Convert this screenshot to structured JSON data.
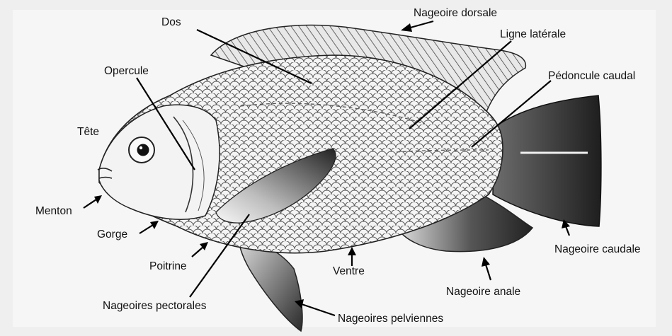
{
  "labels": {
    "dos": "Dos",
    "nageoire_dorsale": "Nageoire dorsale",
    "ligne_laterale": "Ligne latérale",
    "opercule": "Opercule",
    "pedoncule_caudal": "Pédoncule caudal",
    "tete": "Tête",
    "menton": "Menton",
    "gorge": "Gorge",
    "poitrine": "Poitrine",
    "ventre": "Ventre",
    "nageoire_caudale": "Nageoire caudale",
    "nageoire_anale": "Nageoire anale",
    "nageoires_pectorales": "Nageoires pectorales",
    "nageoires_pelviennes": "Nageoires pelviennes"
  }
}
